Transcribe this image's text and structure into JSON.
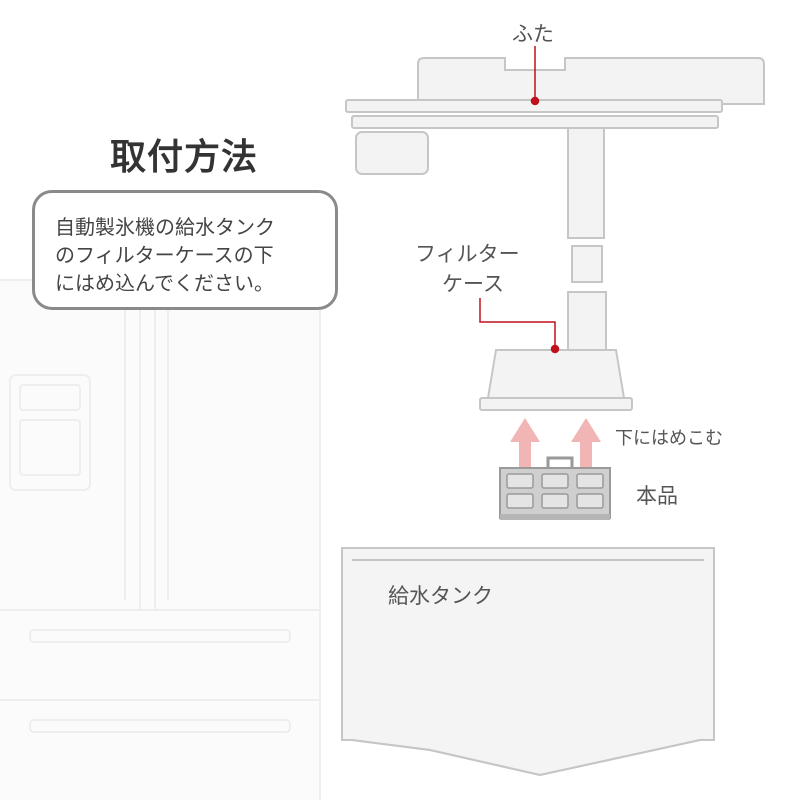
{
  "title": "取付方法",
  "instruction": {
    "lines": [
      "自動製氷機の給水タンク",
      "のフィルターケースの下",
      "にはめ込んでください。"
    ]
  },
  "labels": {
    "lid": "ふた",
    "filter_case_line1": "フィルター",
    "filter_case_line2": "ケース",
    "push_in": "下にはめこむ",
    "product": "本品",
    "water_tank": "給水タンク"
  },
  "colors": {
    "accent": "#c0101c",
    "arrow": "#f2b5b5",
    "outline": "#c8c8c8",
    "fill": "#f2f2f2"
  }
}
